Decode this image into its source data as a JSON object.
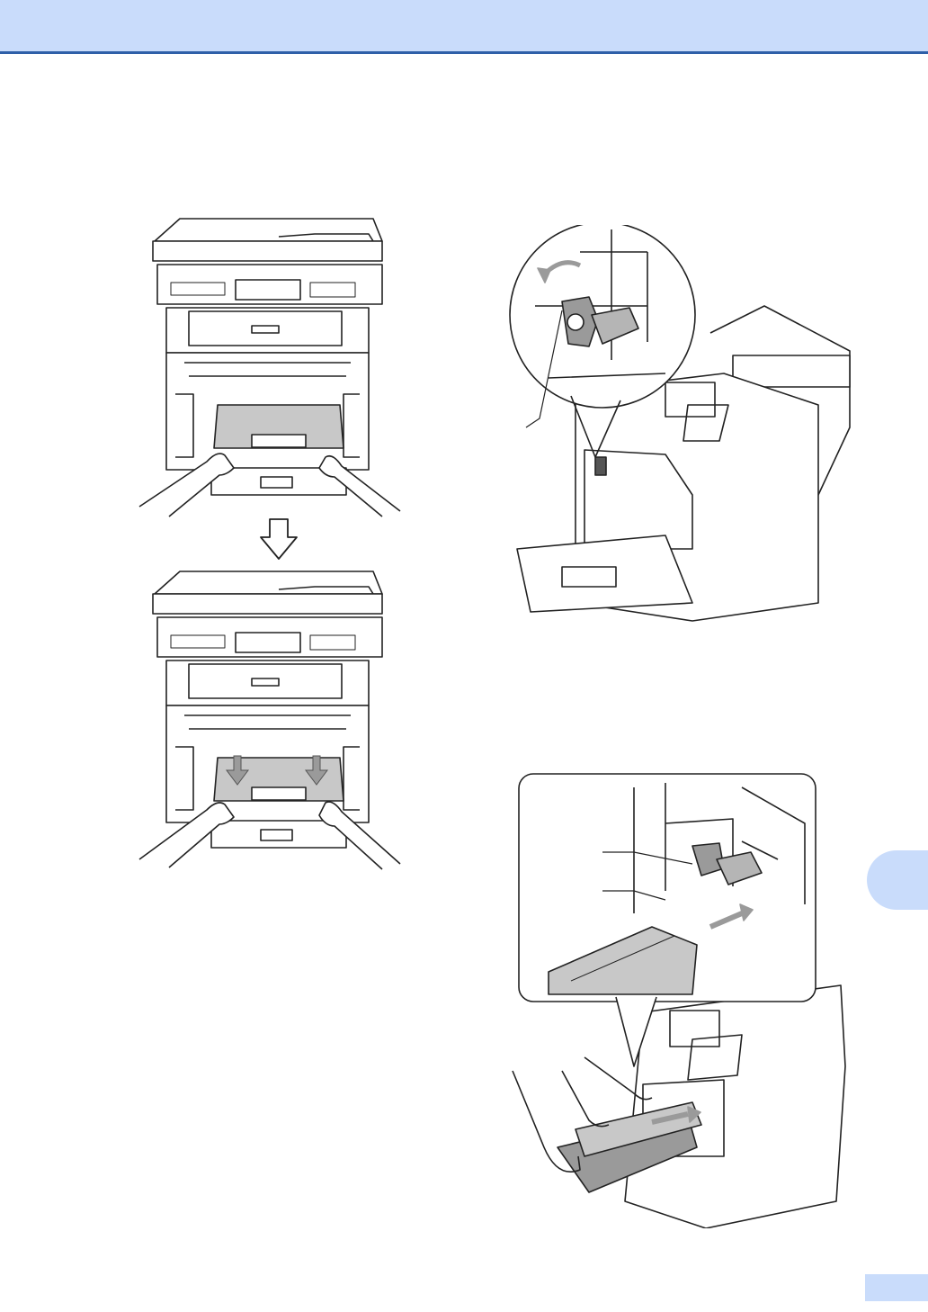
{
  "colors": {
    "header_band": "#c9dcfb",
    "header_rule": "#2e5fa8",
    "illustration_stroke": "#222222",
    "illustration_fill": "#ffffff",
    "illustration_shade": "#bdbdbd",
    "arrow_fill": "#9a9a9a"
  },
  "figures": [
    {
      "id": "belt-unit-top",
      "icon": "printer-front-belt-hands"
    },
    {
      "id": "down-arrow",
      "icon": "outline-down-arrow"
    },
    {
      "id": "belt-unit-bottom",
      "icon": "printer-front-belt-insert-arrows"
    },
    {
      "id": "lock-lever-zoom",
      "icon": "printer-side-lock-lever-callout"
    },
    {
      "id": "drum-insert-zoom",
      "icon": "printer-side-drum-insert-callout"
    }
  ]
}
